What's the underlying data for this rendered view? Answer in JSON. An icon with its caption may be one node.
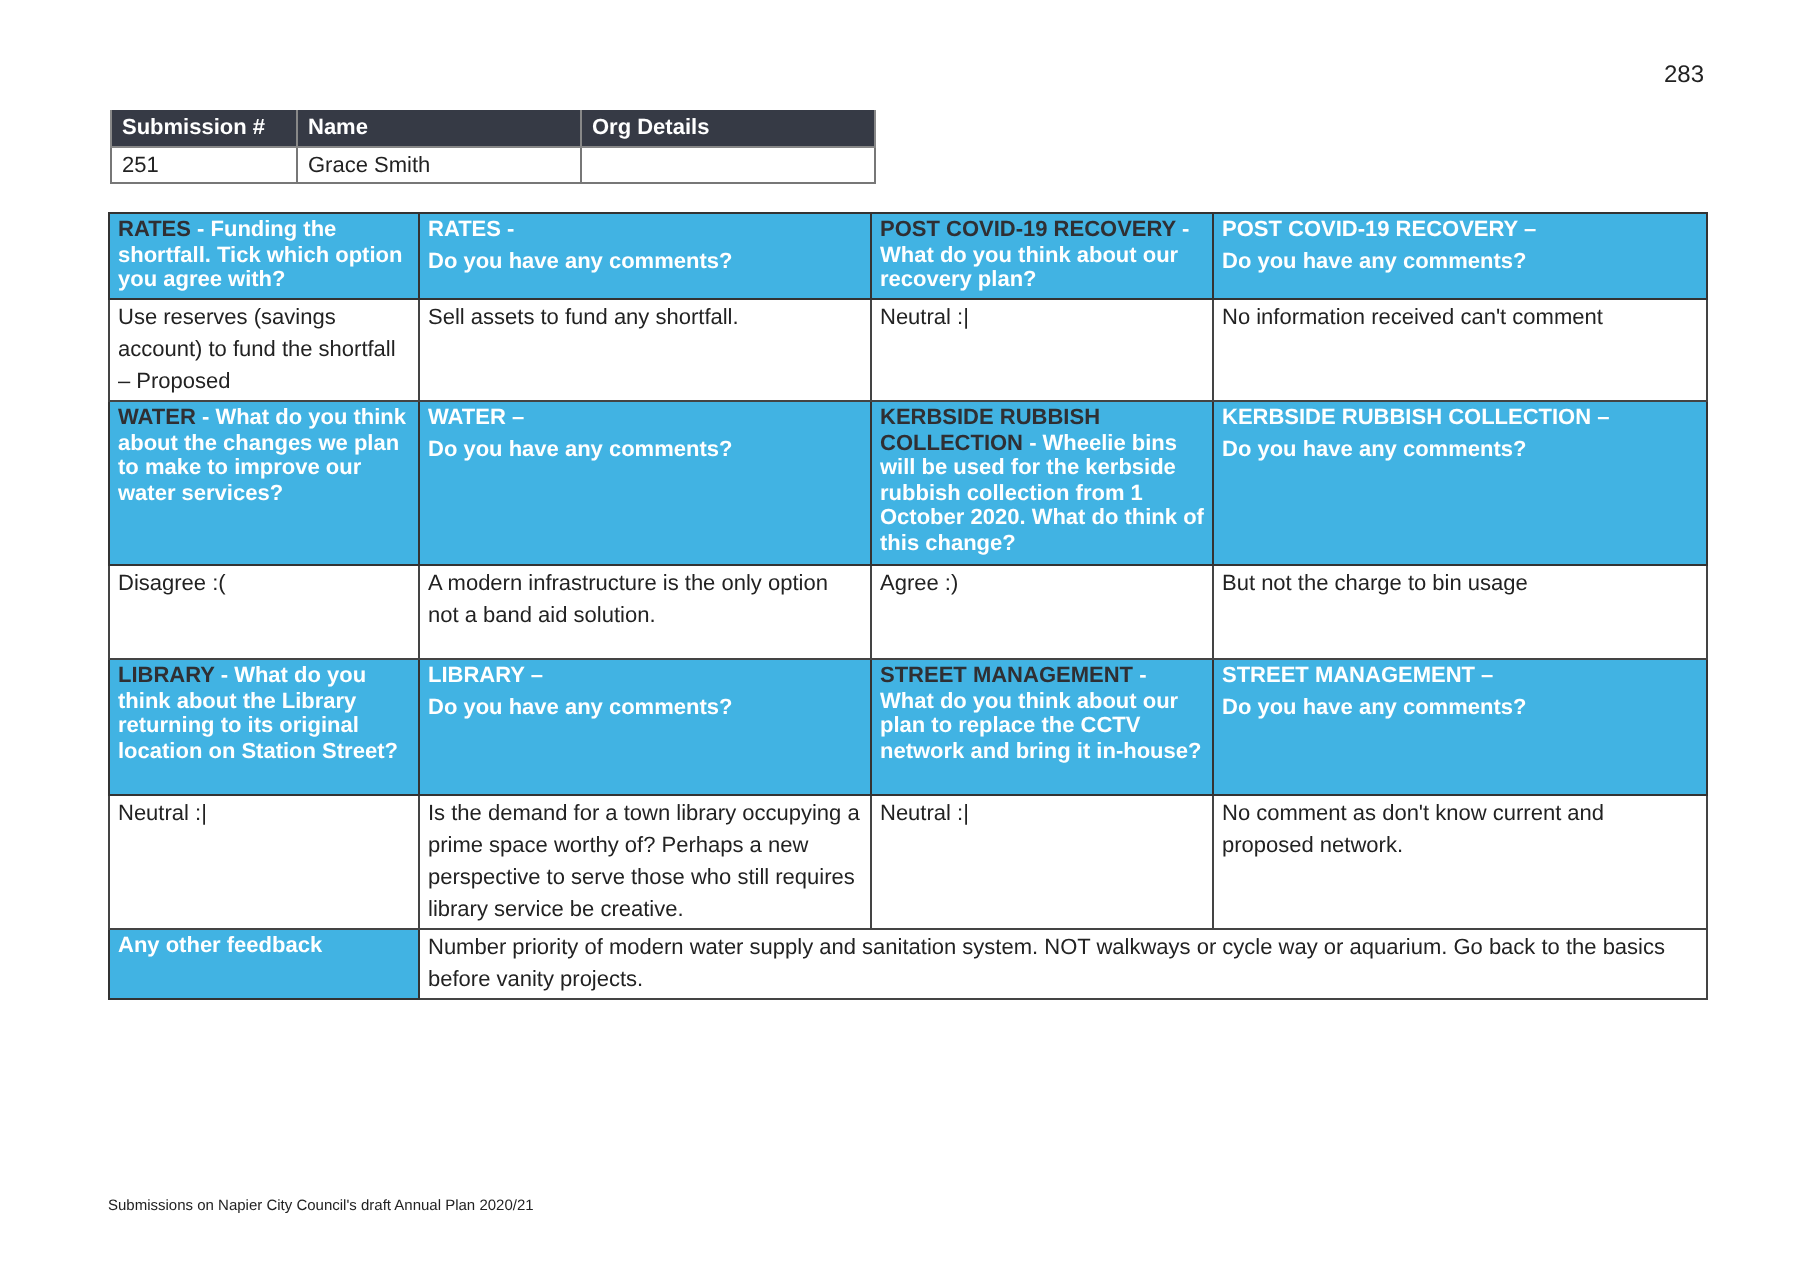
{
  "diagram": {
    "labels": [
      "283",
      "Submission #",
      "Name",
      "Org Details",
      "251",
      "Grace Smith",
      "RATES",
      "- Funding the shortfall. Tick which option you agree with?",
      "RATES -",
      "Do you have any comments?",
      "POST COVID-19 RECOVERY",
      "- What do you think about our recovery plan?",
      "POST COVID-19 RECOVERY –",
      "Do you have any comments?",
      "Use reserves (savings account) to fund the shortfall – Proposed",
      "Sell assets to fund any shortfall.",
      "Neutral :|",
      "No information received can't comment",
      "WATER",
      "- What do you think about the changes we plan to make to improve our water services?",
      "WATER –",
      "Do you have any comments?",
      "KERBSIDE RUBBISH COLLECTION",
      "- Wheelie bins will be used for the kerbside rubbish collection from 1 October 2020. What do think of this change?",
      "KERBSIDE RUBBISH COLLECTION –",
      "Do you have any comments?",
      "Disagree :(",
      "A modern infrastructure is the only option not a band aid solution.",
      "Agree :)",
      "But not the charge to bin usage",
      "LIBRARY",
      "- What do you think about the Library returning to its original location on Station Street?",
      "LIBRARY –",
      "Do you have any comments?",
      "STREET MANAGEMENT",
      "- What do you think about our plan to replace the CCTV network and bring it in-house?",
      "STREET MANAGEMENT –",
      "Do you have any comments?",
      "Neutral :|",
      "Is the demand for a town library occupying a prime space worthy of? Perhaps a new perspective to serve those who still requires library service be creative.",
      "Neutral :|",
      "No comment as don't know current and proposed network.",
      "Any other feedback",
      "Number priority of modern water supply and sanitation system. NOT walkways or cycle way or aquarium. Go back to the basics before vanity projects.",
      "Submissions on Napier City Council's draft Annual Plan 2020/21"
    ]
  }
}
